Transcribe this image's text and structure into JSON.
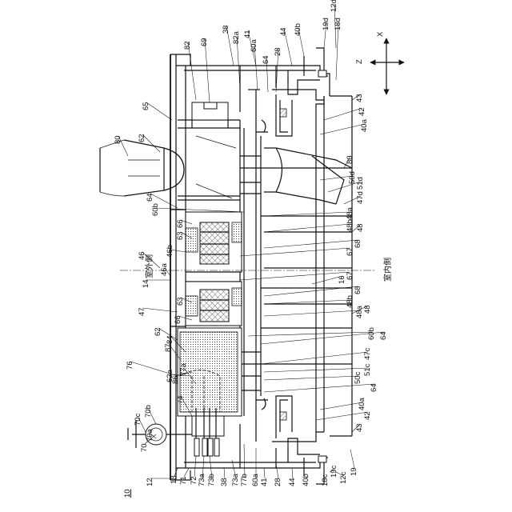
{
  "figure": {
    "figure_number": "10",
    "outdoor_side": "室外側",
    "indoor_side": "室内側",
    "axes": {
      "x": "X",
      "z": "Z"
    },
    "labels": [
      "12",
      "18",
      "71",
      "72",
      "73a",
      "73b",
      "38",
      "73a",
      "77b",
      "60a",
      "41",
      "28",
      "44",
      "40b",
      "18c",
      "19c",
      "12c",
      "19",
      "70",
      "70a",
      "70c",
      "70b",
      "74",
      "62a",
      "77a",
      "86",
      "76",
      "87",
      "84",
      "62",
      "66",
      "47",
      "63",
      "14",
      "46a",
      "46",
      "46b",
      "63",
      "66",
      "64",
      "62",
      "80",
      "65",
      "82",
      "69",
      "38",
      "82a",
      "60a",
      "64",
      "28",
      "41",
      "44",
      "40b",
      "12d",
      "19d",
      "18d",
      "43",
      "42",
      "40a",
      "80",
      "50d",
      "51d",
      "47d",
      "48a",
      "60b",
      "48b",
      "48",
      "67",
      "68",
      "67",
      "68",
      "16",
      "48b",
      "48a",
      "48",
      "60b",
      "64",
      "51c",
      "50c",
      "47c",
      "64",
      "40a",
      "42",
      "43"
    ]
  }
}
